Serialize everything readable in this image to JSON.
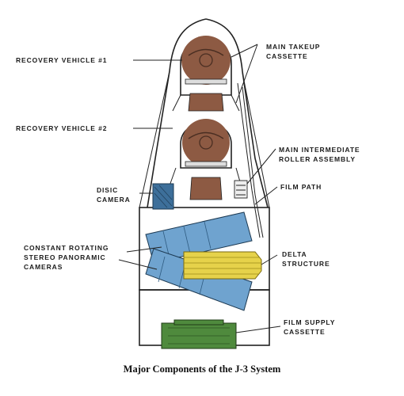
{
  "labels": {
    "recovery_vehicle_1": "RECOVERY VEHICLE #1",
    "recovery_vehicle_2": "RECOVERY VEHICLE #2",
    "main_takeup_1": "MAIN TAKEUP",
    "main_takeup_2": "CASSETTE",
    "intermediate_1": "MAIN INTERMEDIATE",
    "intermediate_2": "ROLLER ASSEMBLY",
    "film_path": "FILM PATH",
    "disic_1": "DISIC",
    "disic_2": "CAMERA",
    "delta_1": "DELTA",
    "delta_2": "STRUCTURE",
    "panoramic_1": "CONSTANT ROTATING",
    "panoramic_2": "STEREO PANORAMIC",
    "panoramic_3": "CAMERAS",
    "supply_1": "FILM SUPPLY",
    "supply_2": "CASSETTE"
  },
  "caption": "Major Components of the J-3 System",
  "colors": {
    "takeup_brown": "#8d5a43",
    "disic_blue": "#3d6f9a",
    "camera_blue": "#6fa3cf",
    "delta_yellow": "#e6d24a",
    "supply_green": "#4f8a3d",
    "line": "#222222"
  }
}
